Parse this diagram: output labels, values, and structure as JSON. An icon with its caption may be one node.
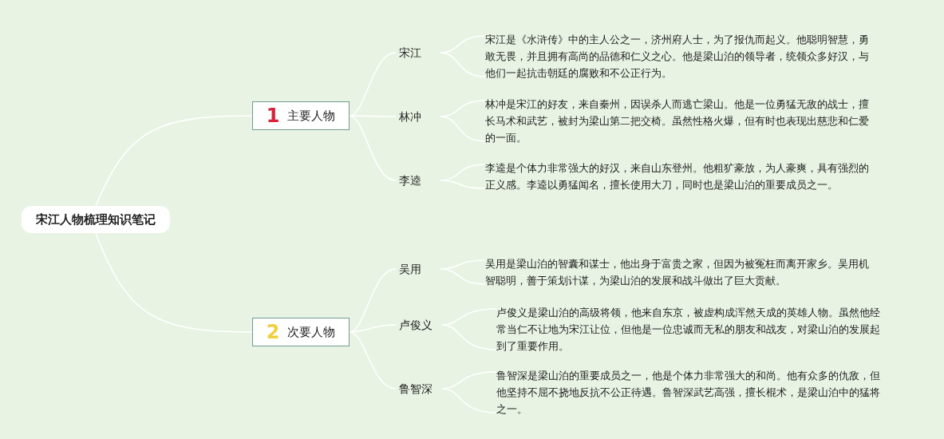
{
  "diagram": {
    "nodes": [
      {
        "text": [
          "宋江人物梳理知识笔记"
        ]
      },
      {
        "text": [
          "1",
          "主要人物"
        ]
      },
      {
        "text": [
          "宋江"
        ]
      },
      {
        "text": [
          "宋江是《水浒传》中的主人公之一，济州府人士，为了报仇而起义。他聪明智慧，勇敢无畏，并且拥有高尚的品德和仁义之心。他是梁山泊的领导者，统领众多好汉，与他们一起抗击朝廷的腐败和不公正行为。"
        ]
      },
      {
        "text": [
          "林冲"
        ]
      },
      {
        "text": [
          "林冲是宋江的好友，来自秦州，因误杀人而逃亡梁山。他是一位勇猛无敌的战士，擅长马术和武艺，被封为梁山第二把交椅。虽然性格火爆，但有时也表现出慈悲和仁爱的一面。"
        ]
      },
      {
        "text": [
          "李逵"
        ]
      },
      {
        "text": [
          "李逵是个体力非常强大的好汉，来自山东登州。他粗犷豪放，为人豪爽，具有强烈的正义感。李逵以勇猛闻名，擅长使用大刀，同时也是梁山泊的重要成员之一。"
        ]
      },
      {
        "text": [
          "2",
          "次要人物"
        ]
      },
      {
        "text": [
          "吴用"
        ]
      },
      {
        "text": [
          "吴用是梁山泊的智囊和谋士，他出身于富贵之家，但因为被冤枉而离开家乡。吴用机智聪明，善于策划计谋，为梁山泊的发展和战斗做出了巨大贡献。"
        ]
      },
      {
        "text": [
          "卢俊义"
        ]
      },
      {
        "text": [
          "卢俊义是梁山泊的高级将领，他来自东京，被虚构成浑然天成的英雄人物。虽然他经常当仁不让地为宋江让位，但他是一位忠诚而无私的朋友和战友，对梁山泊的发展起到了重要作用。"
        ]
      },
      {
        "text": [
          "鲁智深"
        ]
      },
      {
        "text": [
          "鲁智深是梁山泊的重要成员之一，他是个体力非常强大的和尚。他有众多的仇敌，但他坚持不屈不挠地反抗不公正待遇。鲁智深武艺高强，擅长棍术，是梁山泊中的猛将之一。"
        ]
      }
    ],
    "edges": [
      {
        "from": 0,
        "to": 1,
        "arrow": "none"
      },
      {
        "from": 0,
        "to": 8,
        "arrow": "none"
      },
      {
        "from": 1,
        "to": 2,
        "arrow": "none"
      },
      {
        "from": 1,
        "to": 4,
        "arrow": "none"
      },
      {
        "from": 1,
        "to": 6,
        "arrow": "none"
      },
      {
        "from": 8,
        "to": 9,
        "arrow": "none"
      },
      {
        "from": 8,
        "to": 11,
        "arrow": "none"
      },
      {
        "from": 8,
        "to": 13,
        "arrow": "none"
      },
      {
        "from": 2,
        "to": 3,
        "arrow": "none"
      },
      {
        "from": 4,
        "to": 5,
        "arrow": "none"
      },
      {
        "from": 6,
        "to": 7,
        "arrow": "none"
      },
      {
        "from": 9,
        "to": 10,
        "arrow": "none"
      },
      {
        "from": 11,
        "to": 12,
        "arrow": "none"
      },
      {
        "from": 13,
        "to": 14,
        "arrow": "none"
      }
    ]
  }
}
